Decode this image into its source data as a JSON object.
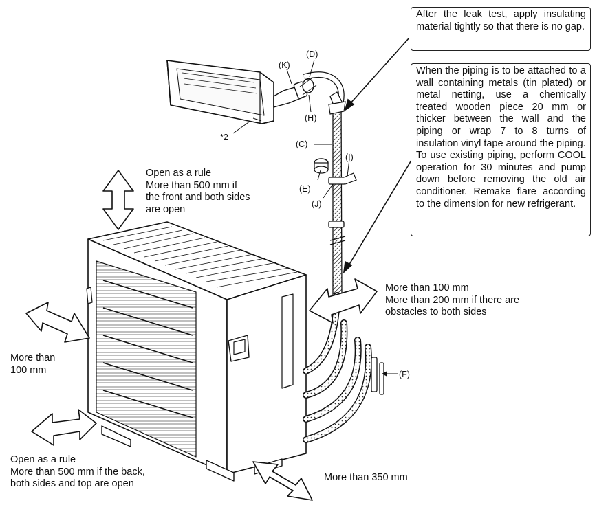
{
  "notes": {
    "insulation": "After the leak test, apply insulating material tightly so that there is no gap.",
    "wall_metals": "When the piping is to be attached to a wall containing metals (tin plated) or metal netting, use a chemically treated wooden piece 20 mm or thicker between the wall and the piping or wrap 7 to 8 turns of insulation vinyl tape around the piping.",
    "existing_piping": "To use existing piping, perform COOL operation for 30 minutes and pump down before removing the old air conditioner. Remake flare according to the dimension for new refrigerant."
  },
  "clearances": {
    "top": "Open as a rule\nMore than 500 mm if\nthe front and both sides\nare open",
    "right": "More than 100 mm\nMore than 200 mm if there are\nobstacles to both sides",
    "left": "More than\n100 mm",
    "back": "Open as a rule\nMore than 500 mm if the back,\nboth sides and top are open",
    "front": "More than 350 mm"
  },
  "labels": {
    "D": "(D)",
    "K": "(K)",
    "H": "(H)",
    "C": "(C)",
    "I": "(I)",
    "E": "(E)",
    "J": "(J)",
    "F": "(F)",
    "note2": "*2"
  }
}
